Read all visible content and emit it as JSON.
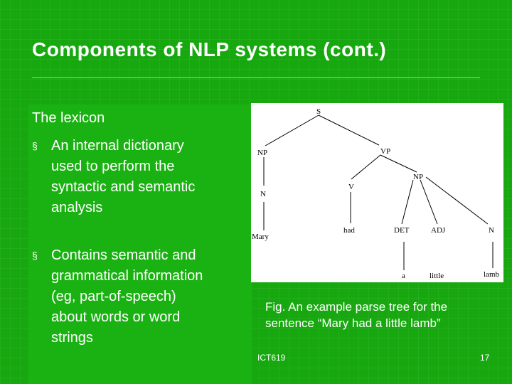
{
  "slide": {
    "title": "Components of NLP systems (cont.)",
    "section_heading": "The lexicon",
    "bullet_mark": "§",
    "bullets": [
      {
        "lines": [
          "An internal dictionary",
          "used to perform the",
          "syntactic and semantic",
          "analysis"
        ]
      },
      {
        "lines": [
          "Contains semantic and",
          "grammatical information",
          "(eg, part-of-speech)",
          "about words or word",
          "strings"
        ]
      }
    ]
  },
  "figure": {
    "nodes": {
      "s": "S",
      "np1": "NP",
      "vp": "VP",
      "n1": "N",
      "v": "V",
      "np2": "NP",
      "mary": "Mary",
      "had": "had",
      "det": "DET",
      "adj": "ADJ",
      "n2": "N",
      "a": "a",
      "little": "little",
      "lamb": "lamb"
    },
    "caption_lines": [
      "Fig. An example parse tree for the",
      "sentence “Mary had a little lamb”"
    ]
  },
  "footer": {
    "course": "ICT619",
    "page_number": "17"
  }
}
